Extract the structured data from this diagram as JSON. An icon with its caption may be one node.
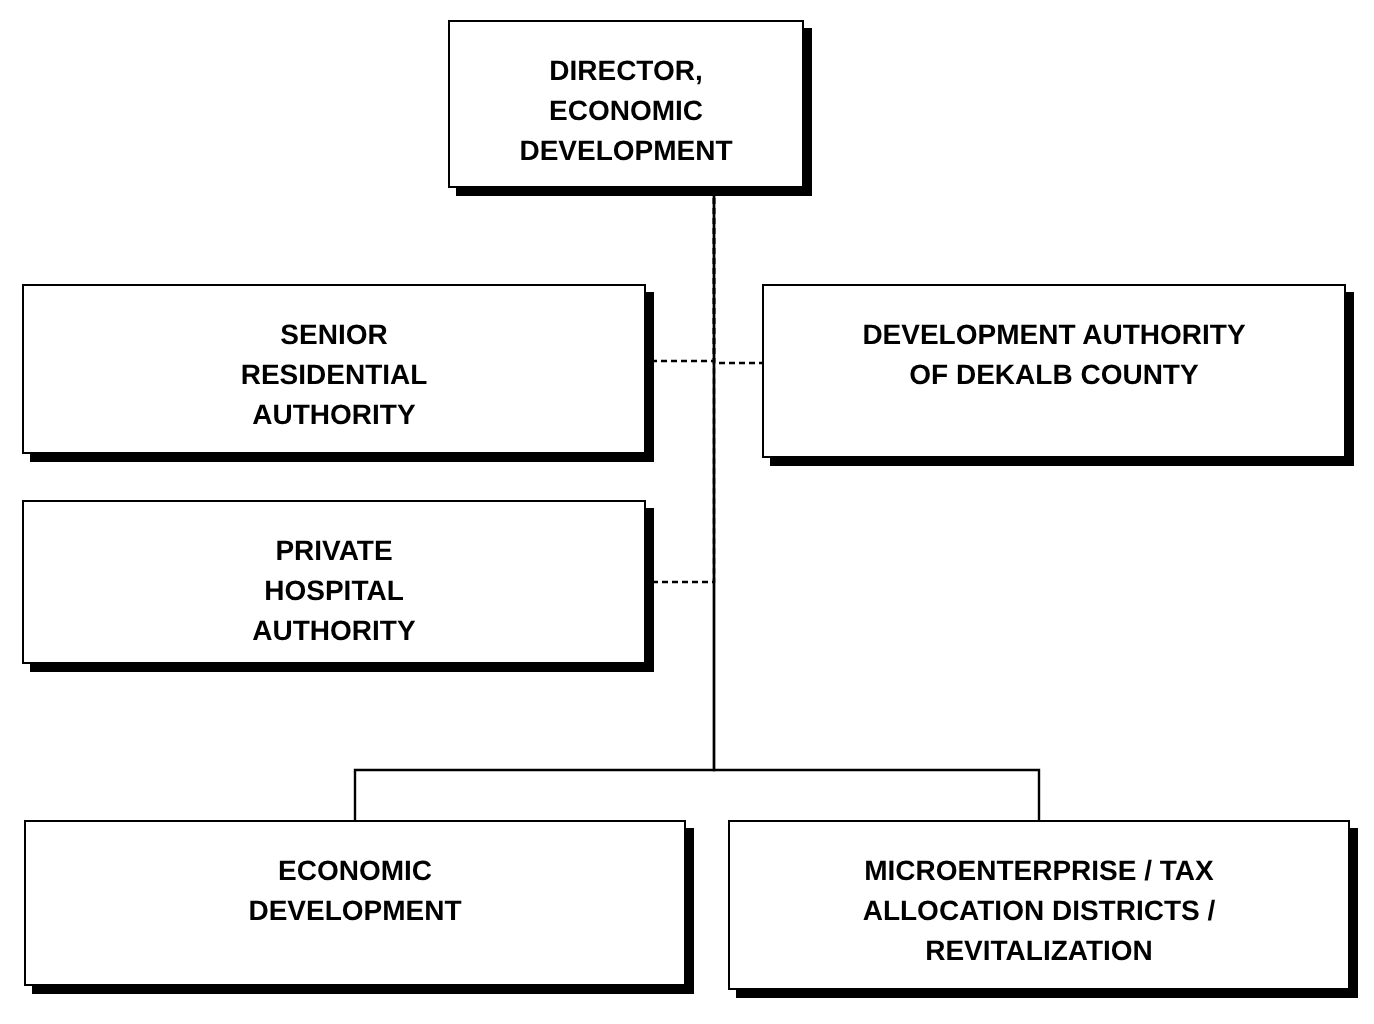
{
  "diagram": {
    "nodes": [
      {
        "text": [
          "DIRECTOR, ECONOMIC DEVELOPMENT"
        ]
      },
      {
        "text": [
          "SENIOR RESIDENTIAL AUTHORITY"
        ]
      },
      {
        "text": [
          "DEVELOPMENT AUTHORITY OF DEKALB COUNTY"
        ]
      },
      {
        "text": [
          "PRIVATE HOSPITAL AUTHORITY"
        ]
      },
      {
        "text": [
          "ECONOMIC DEVELOPMENT"
        ]
      },
      {
        "text": [
          "MICROENTERPRISE / TAX ALLOCATION DISTRICTS / REVITALIZATION"
        ]
      }
    ],
    "edges": [
      {
        "from": 0,
        "to": 1,
        "arrow": "none",
        "style": "dashed"
      },
      {
        "from": 0,
        "to": 2,
        "arrow": "none",
        "style": "dashed"
      },
      {
        "from": 0,
        "to": 3,
        "arrow": "none",
        "style": "dashed"
      },
      {
        "from": 0,
        "to": 4,
        "arrow": "none"
      },
      {
        "from": 0,
        "to": 5,
        "arrow": "none"
      }
    ]
  }
}
